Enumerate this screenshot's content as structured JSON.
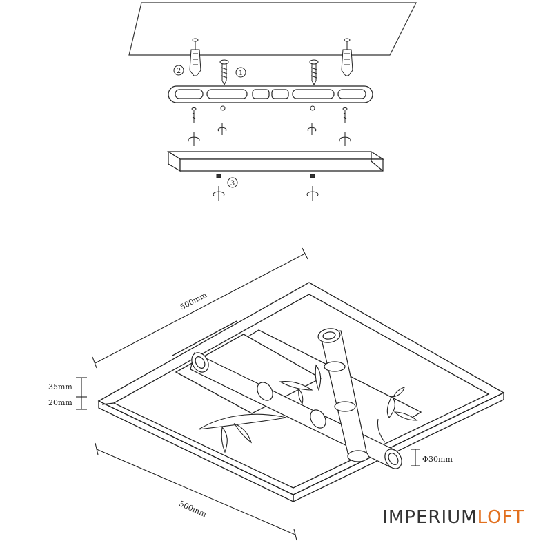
{
  "diagram": {
    "step_labels": {
      "step1": "1",
      "step2": "2",
      "step3": "3"
    },
    "dimensions": {
      "top_width": "500mm",
      "bottom_width": "500mm",
      "height_upper": "35mm",
      "height_lower": "20mm",
      "tube_diameter": "Φ30mm"
    }
  },
  "brand": {
    "part1": "IMPERIUM",
    "part2": "LOFT"
  },
  "colors": {
    "ink": "#1a1a1a",
    "brand_orange": "#e2701f",
    "brand_gray": "#333333"
  }
}
